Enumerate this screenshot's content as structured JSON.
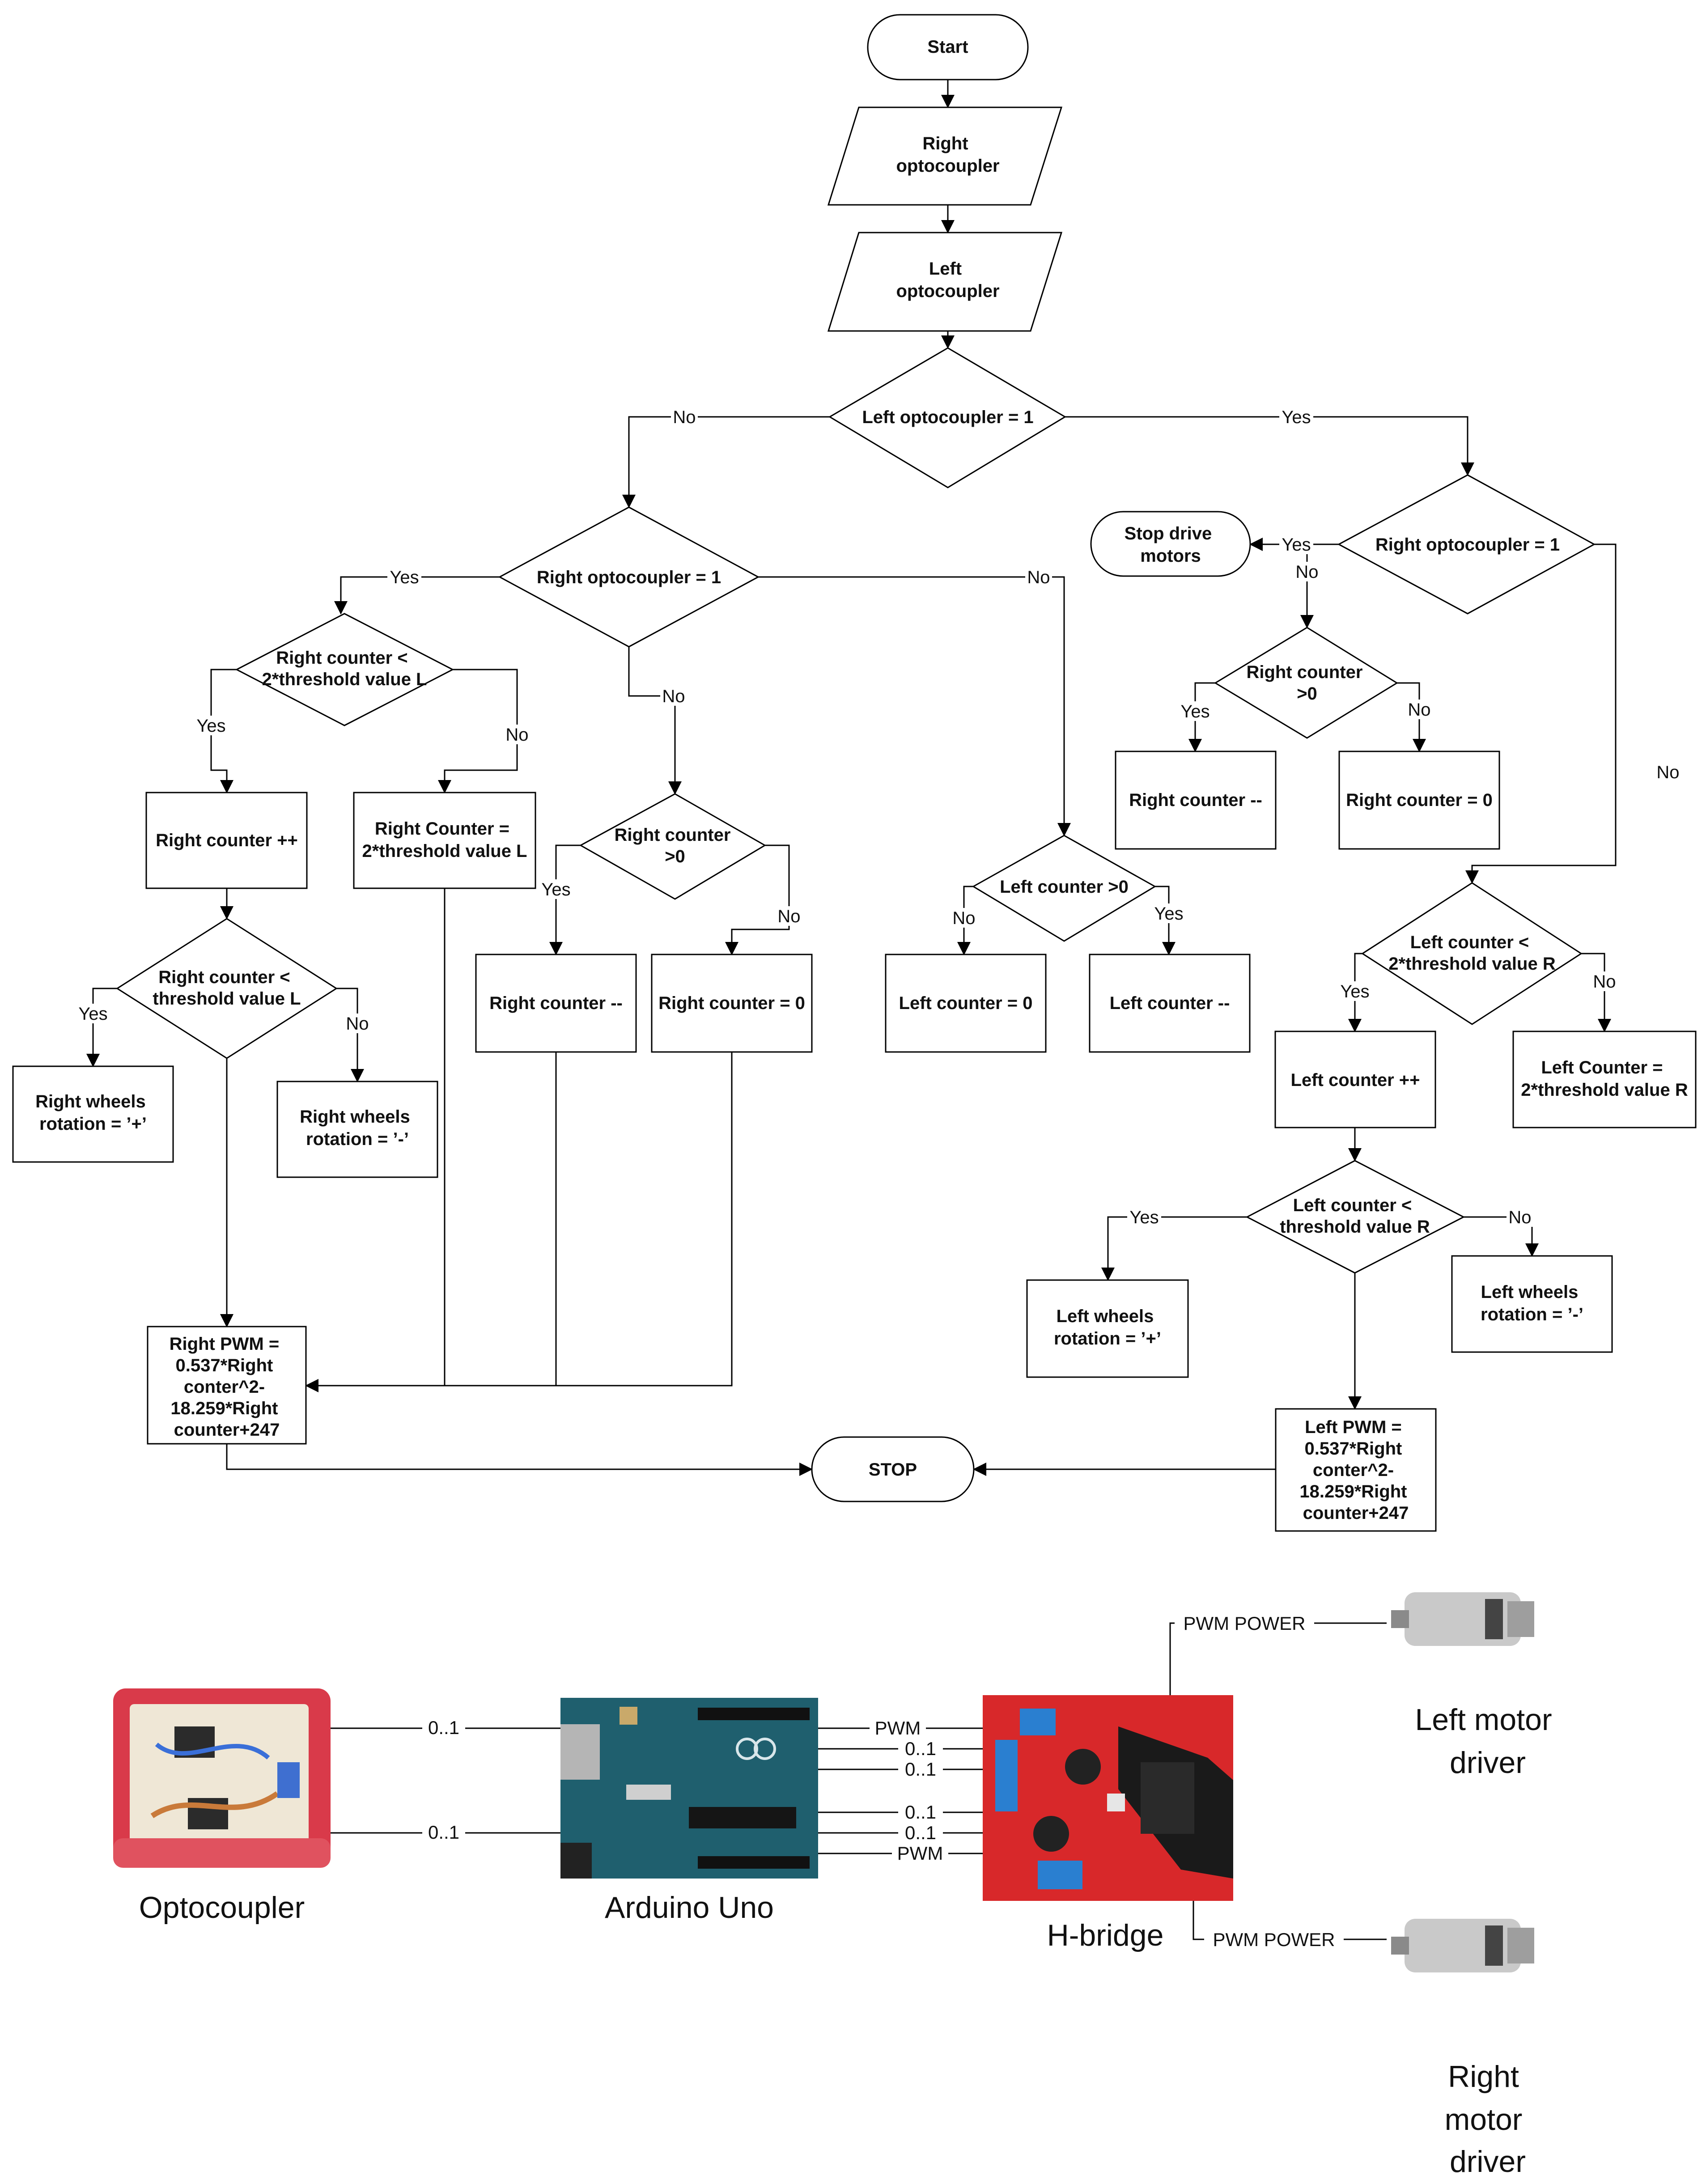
{
  "flowchart": {
    "start": "Start",
    "right_opto_input": [
      "Right",
      "optocoupler"
    ],
    "left_opto_input": [
      "Left",
      "optocoupler"
    ],
    "dec_left_opto": "Left optocoupler = 1",
    "dec_right_opto_left_branch": "Right optocoupler = 1",
    "dec_right_opto_right_branch": "Right optocoupler = 1",
    "stop_drive": [
      "Stop drive",
      "motors"
    ],
    "dec_rc_lt_2thr_l": [
      "Right counter <",
      "2*threshold value L"
    ],
    "box_rc_inc": "Right counter ++",
    "box_rc_set_2thr_l": [
      "Right Counter =",
      "2*threshold value L"
    ],
    "dec_rc_gt0_mid": [
      "Right counter",
      ">0"
    ],
    "box_rc_dec_mid": "Right counter --",
    "box_rc_zero_mid": "Right counter = 0",
    "dec_lc_gt0": "Left counter >0",
    "box_lc_zero": "Left counter = 0",
    "box_lc_dec": "Left counter --",
    "dec_rc_gt0_right": [
      "Right counter",
      ">0"
    ],
    "box_rc_dec_right": "Right counter --",
    "box_rc_zero_right": "Right counter = 0",
    "dec_rc_lt_thr_l": [
      "Right counter <",
      "threshold value L"
    ],
    "box_rw_plus": [
      "Right wheels",
      "rotation = ’+’"
    ],
    "box_rw_minus": [
      "Right wheels",
      "rotation = ’-’"
    ],
    "dec_lc_lt_2thr_r": [
      "Left counter <",
      "2*threshold value R"
    ],
    "box_lc_inc": "Left counter ++",
    "box_lc_set_2thr_r": [
      "Left Counter =",
      "2*threshold value R"
    ],
    "dec_lc_lt_thr_r": [
      "Left counter <",
      "threshold value R"
    ],
    "box_lw_plus": [
      "Left wheels",
      "rotation = ’+’"
    ],
    "box_lw_minus": [
      "Left wheels",
      "rotation = ’-’"
    ],
    "box_right_pwm": [
      "Right PWM =",
      "0.537*Right",
      "conter^2-",
      "18.259*Right",
      "counter+247"
    ],
    "box_left_pwm": [
      "Left PWM =",
      "0.537*Right",
      "conter^2-",
      "18.259*Right",
      "counter+247"
    ],
    "stop": "STOP"
  },
  "edge_labels": {
    "yes": "Yes",
    "no": "No"
  },
  "hardware": {
    "optocoupler": "Optocoupler",
    "arduino": "Arduino Uno",
    "hbridge": "H-bridge",
    "left_motor": [
      "Left motor",
      "driver"
    ],
    "right_motor": [
      "Right",
      "motor",
      "driver"
    ],
    "signal_01": "0..1",
    "signal_pwm": "PWM",
    "signal_pwm_power": "PWM POWER"
  },
  "colors": {
    "opto_board": "#d93a4a",
    "arduino_board": "#1f5f6e",
    "hbridge_board": "#d8282a",
    "heatsink": "#1a1a1a",
    "motor_body": "#c9c9c9"
  }
}
